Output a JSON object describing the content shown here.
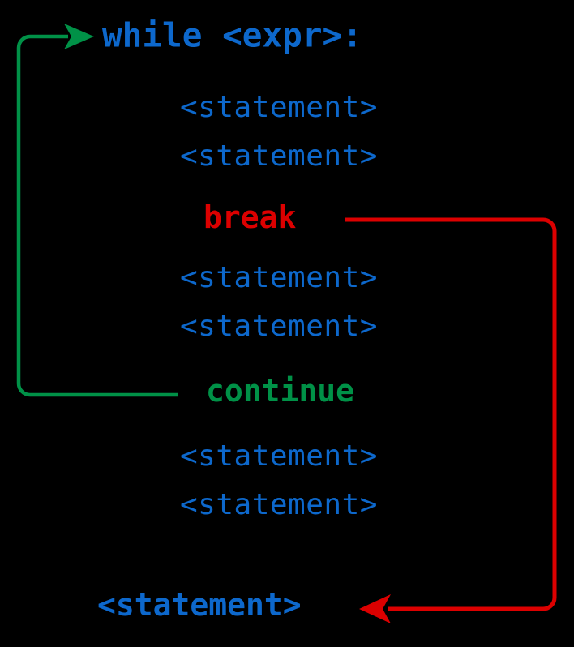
{
  "diagram": {
    "title": "while loop with break and continue control flow",
    "background_color": "#000000",
    "colors": {
      "keyword_blue": "#0d68cc",
      "break_red": "#dc0000",
      "continue_green": "#009147"
    },
    "code_lines": {
      "while_header": "while <expr>:",
      "statement_1": "<statement>",
      "statement_2": "<statement>",
      "break_keyword": "break",
      "statement_3": "<statement>",
      "statement_4": "<statement>",
      "continue_keyword": "continue",
      "statement_5": "<statement>",
      "statement_6": "<statement>",
      "statement_after_loop": "<statement>"
    },
    "arrows": {
      "continue_arrow": {
        "name": "continue-loopback-arrow",
        "color": "#009147",
        "from": "continue",
        "to": "while <expr>:",
        "direction": "right"
      },
      "break_arrow": {
        "name": "break-exit-arrow",
        "color": "#dc0000",
        "from": "break",
        "to": "<statement>",
        "direction": "left"
      }
    }
  }
}
